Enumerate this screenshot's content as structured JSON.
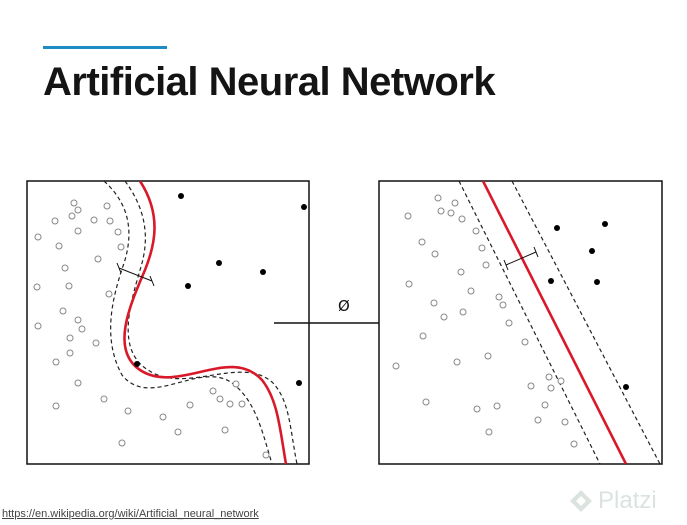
{
  "slide": {
    "title": "Artificial Neural Network",
    "accent_color": "#1e8bc3"
  },
  "diagram": {
    "transform_label": "Ø",
    "boundary_color": "#d9192a",
    "open_points_color": "#888888",
    "filled_points_color": "#000000"
  },
  "footer": {
    "source_url": "https://en.wikipedia.org/wiki/Artificial_neural_network",
    "watermark": "Platzi",
    "watermark_logo": "platzi-logo-icon"
  }
}
